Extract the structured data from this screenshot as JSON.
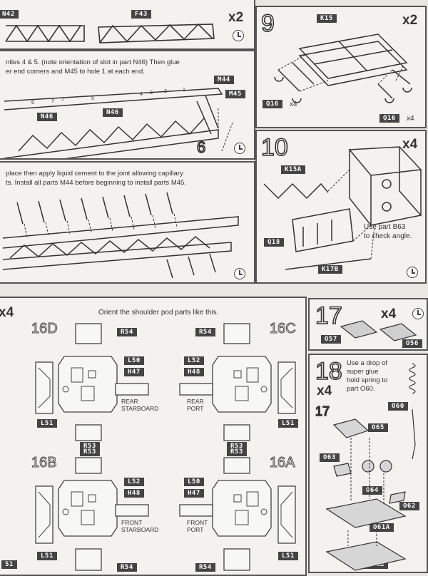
{
  "top_left": {
    "parts": [
      "N42",
      "F43"
    ],
    "multiplier": "x2",
    "clock": "clock-icon"
  },
  "step9": {
    "number": "9",
    "multiplier": "x2",
    "parts": [
      "K15",
      "Q16",
      "Q16"
    ],
    "q16_counts": [
      "x4",
      "x4"
    ]
  },
  "middle_left": {
    "instruction_line1": "ntles 4 & 5. (note orientation of slot in part N46) Then glue",
    "instruction_line2": "er end corners and M45 to hole 1 at each end.",
    "parts": [
      "M44",
      "M45",
      "N46",
      "N46"
    ],
    "hole_numbers": [
      "4",
      "3",
      "2",
      "1"
    ],
    "hole_numbers_left": [
      "7",
      "7",
      "6",
      "5"
    ],
    "ref_number": "6"
  },
  "step10": {
    "number": "10",
    "multiplier": "x4",
    "parts": [
      "K15A",
      "Q18",
      "K17B"
    ],
    "note_line1": "Use part B63",
    "note_line2": "to check angle."
  },
  "lower_left": {
    "instruction_line1": "place then apply liquid cement to the joint allowing capillary",
    "instruction_line2": "ts. Install all parts M44 before beginning to install parts M45."
  },
  "step16": {
    "multiplier": "x4",
    "instruction": "Orient the shoulder pod parts like this.",
    "pods": [
      {
        "id": "16D",
        "top_part": "R54",
        "side_parts": [
          "L50",
          "H47"
        ],
        "position_line1": "REAR",
        "position_line2": "STARBOARD",
        "bottom_part": "R53",
        "outer_part": "L51"
      },
      {
        "id": "16C",
        "top_part": "R54",
        "side_parts": [
          "L52",
          "H48"
        ],
        "position_line1": "REAR",
        "position_line2": "PORT",
        "bottom_part": "R53",
        "outer_part": "L51"
      },
      {
        "id": "16B",
        "top_part": "R53",
        "side_parts": [
          "L52",
          "H48"
        ],
        "position_line1": "FRONT",
        "position_line2": "STARBOARD",
        "bottom_part": "R54",
        "outer_part": "L51"
      },
      {
        "id": "16A",
        "top_part": "R53",
        "side_parts": [
          "L50",
          "H47"
        ],
        "position_line1": "FRONT",
        "position_line2": "PORT",
        "bottom_part": "R54",
        "outer_part": "L51"
      }
    ],
    "edge_part": "51"
  },
  "step17": {
    "number": "17",
    "multiplier": "x4",
    "parts": [
      "O57",
      "O56"
    ]
  },
  "step18": {
    "number": "18",
    "multiplier": "x4",
    "note_line1": "Use a drop of",
    "note_line2": "super glue",
    "note_line3": "hold spring to",
    "note_line4": "part O60.",
    "sub_ref": "17",
    "parts": [
      "O60",
      "O65",
      "O63",
      "O64",
      "O62",
      "O61A",
      "O61B"
    ]
  }
}
